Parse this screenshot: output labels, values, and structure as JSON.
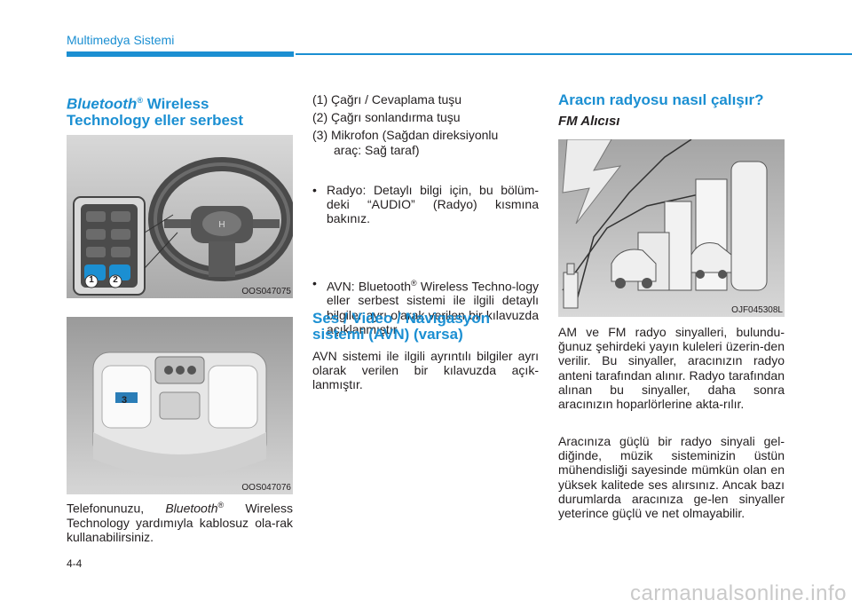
{
  "header": {
    "title": "Multimedya Sistemi"
  },
  "left_col": {
    "heading_italic": "Bluetooth",
    "heading_reg": "®",
    "heading_rest_1": " Wireless",
    "heading_rest_2": "Technology eller serbest",
    "fig1_caption": "OOS047075",
    "fig2_caption": "OOS047076",
    "fig1_markers": [
      "1",
      "2"
    ],
    "fig2_marker": "3",
    "body_1": "Telefonunuzu, ",
    "body_bt": "Bluetooth",
    "body_reg": "®",
    "body_2": " Wireless Technology yardımıyla kablosuz ola-rak kullanabilirsiniz."
  },
  "mid_col": {
    "items": [
      {
        "num": "(1)",
        "text": "Çağrı / Cevaplama tuşu"
      },
      {
        "num": "(2)",
        "text": "Çağrı sonlandırma tuşu"
      },
      {
        "num": "(3)",
        "text": "Mikrofon (Sağdan direksiyonlu",
        "cont": "araç: Sağ taraf)"
      }
    ],
    "bullet_1": "Radyo: Detaylı bilgi için, bu bölüm-deki “AUDIO” (Radyo) kısmına bakınız.",
    "bullet_2_a": "AVN: Bluetooth",
    "bullet_2_reg": "®",
    "bullet_2_b": " Wireless Techno-logy eller serbest sistemi ile ilgili detaylı bilgiler ayrı olarak verilen bir kılavuzda açıklanmıştır.",
    "heading_1": "Ses / Video / Navigasyon",
    "heading_2": "sistemi (AVN) (varsa)",
    "body": "AVN sistemi ile ilgili ayrıntılı bilgiler ayrı olarak verilen bir kılavuzda açık-lanmıştır."
  },
  "right_col": {
    "heading": "Aracın radyosu nasıl çalışır?",
    "subheading": "FM Alıcısı",
    "fig_caption": "OJF045308L",
    "para_1": "AM ve FM radyo sinyalleri, bulundu-ğunuz şehirdeki yayın kuleleri üzerin-den verilir. Bu sinyaller, aracınızın radyo anteni tarafından alınır. Radyo tarafından alınan bu sinyaller, daha sonra aracınızın hoparlörlerine akta-rılır.",
    "para_2": "Aracınıza güçlü bir radyo sinyali gel-diğinde, müzik sisteminizin üstün mühendisliği sayesinde mümkün olan en yüksek kalitede ses alırsınız. Ancak bazı durumlarda aracınıza ge-len sinyaller yeterince güçlü ve net olmayabilir."
  },
  "footer": {
    "page": "4-4",
    "watermark": "carmanualsonline.info"
  },
  "colors": {
    "accent": "#1b8fd2",
    "text": "#231f20",
    "figure_bg": "#c8c8c8"
  }
}
